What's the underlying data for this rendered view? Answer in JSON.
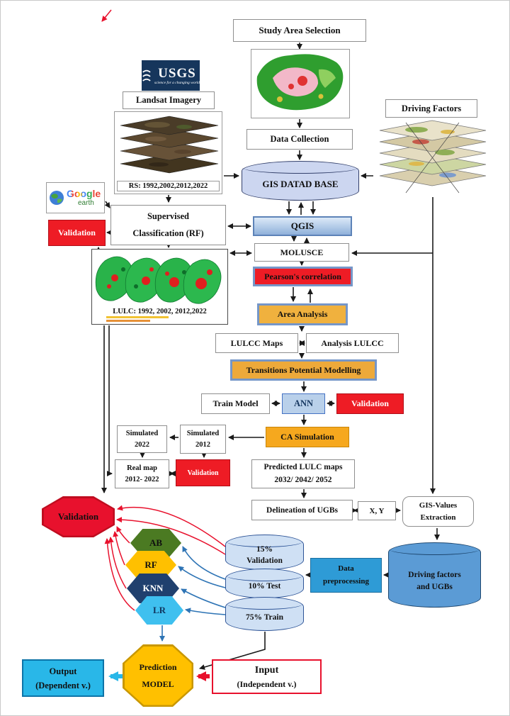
{
  "palette": {
    "red": "#ee1c25",
    "gold": "#efae3a",
    "amber": "#ffc000",
    "steel_border": "#7596c8",
    "light_blue_cylinder": "#cfe0f4",
    "lavender_cylinder": "#ccd6f0",
    "qgis_blue": "#8fb1da",
    "ann_blue": "#b9d0ea",
    "hex_green": "#4b7a22",
    "hex_navy": "#20406e",
    "hex_cyan": "#3fc0ef",
    "preprocessing_blue": "#2e9bd6",
    "big_cylinder_blue": "#5b9bd5",
    "output_cyan": "#29b7e8",
    "arrow_black": "#1a1a1a",
    "arrow_red": "#e8112d",
    "arrow_blue": "#2e74b5"
  },
  "top_flow": {
    "study_area_selection": "Study Area Selection",
    "data_collection": "Data Collection",
    "gis_database": "GIS DATAD BASE"
  },
  "left_branch": {
    "usgs": "USGS",
    "usgs_tagline": "science for a changing world",
    "landsat_imagery": "Landsat Imagery",
    "rs_years": "RS: 1992,2002,2012,2022",
    "google": "Google",
    "google_earth": "earth",
    "validation": "Validation",
    "supervised_line1": "Supervised",
    "supervised_line2": "Classification (RF)",
    "lulc_years": "LULC: 1992, 2002, 2012,2022"
  },
  "right_branch": {
    "driving_factors": "Driving Factors",
    "gis_values_line1": "GIS-Values",
    "gis_values_line2": "Extraction"
  },
  "center_flow": {
    "qgis": "QGIS",
    "molusce": "MOLUSCE",
    "pearsons_correlation": "Pearson's correlation",
    "area_analysis": "Area Analysis",
    "lulcc_maps": "LULCC Maps",
    "analysis_lulcc": "Analysis LULCC",
    "transitions_modelling": "Transitions Potential Modelling",
    "train_model": "Train Model",
    "ann": "ANN",
    "validation": "Validation",
    "ca_simulation": "CA Simulation",
    "simulated_2022_line1": "Simulated",
    "simulated_2022_line2": "2022",
    "simulated_2012_line1": "Simulated",
    "simulated_2012_line2": "2012",
    "real_map_line1": "Real map",
    "real_map_line2": "2012- 2022",
    "validation_small": "Validation",
    "predicted_line1": "Predicted LULC maps",
    "predicted_line2": "2032/ 2042/ 2052",
    "delineation_ugbs": "Delineation of UGBs",
    "xy": "X, Y"
  },
  "ml_section": {
    "validation_octagon": "Validation",
    "model_ab": "AB",
    "model_rf": "RF",
    "model_knn": "KNN",
    "model_lr": "LR",
    "split_validation_line1": "15%",
    "split_validation_line2": "Validation",
    "split_test": "10% Test",
    "split_train": "75% Train",
    "data_preprocessing_line1": "Data",
    "data_preprocessing_line2": "preprocessing",
    "driving_ugbs_line1": "Driving factors",
    "driving_ugbs_line2": "and UGBs"
  },
  "bottom_flow": {
    "prediction_line1": "Prediction",
    "prediction_line2": "MODEL",
    "input_line1": "Input",
    "input_line2": "(Independent v.)",
    "output_line1": "Output",
    "output_line2": "(Dependent v.)"
  }
}
